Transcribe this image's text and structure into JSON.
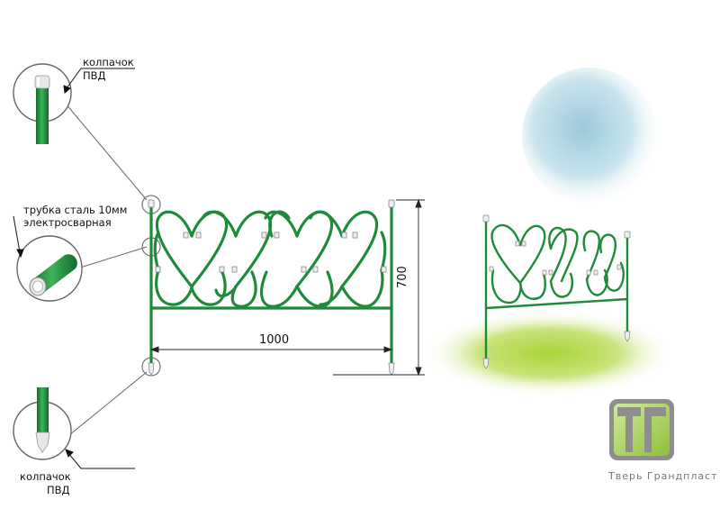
{
  "callouts": {
    "top_cap": {
      "line1": "колпачок",
      "line2": "ПВД"
    },
    "pipe": {
      "line1": "трубка сталь 10мм",
      "line2": "электросварная"
    },
    "bottom_cap": {
      "line1": "колпачок",
      "line2": "ПВД"
    }
  },
  "dimensions": {
    "width": "1000",
    "height": "700"
  },
  "brand": {
    "name": "Тверь Грандпласт",
    "logo_letters": "ТГ"
  },
  "colors": {
    "fence_green": "#1f8a3b",
    "fence_dark": "#0f5f24",
    "sky_blue": "#a9d3e0",
    "grass_green": "#b3d94a",
    "logo_gray": "#8e8e8e",
    "logo_green": "#a8cf55"
  },
  "icons": [
    "heart-scroll-fence",
    "plastic-cap",
    "steel-pipe-section",
    "ground-spike"
  ]
}
